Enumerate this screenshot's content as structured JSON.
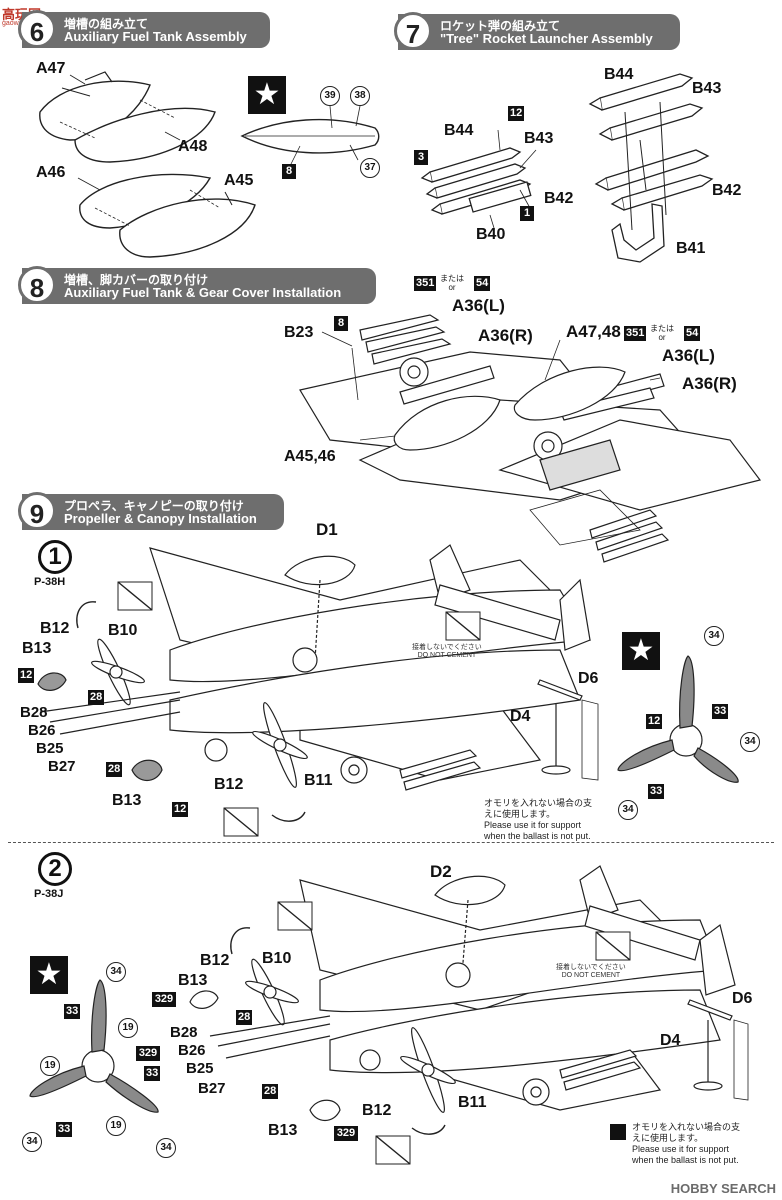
{
  "watermark": {
    "text": "高玩网",
    "url": "gaowanwang.com"
  },
  "brand": "HOBBY SEARCH",
  "steps": {
    "s6": {
      "number": "6",
      "jp": "増槽の組み立て",
      "en": "Auxiliary Fuel Tank Assembly"
    },
    "s7": {
      "number": "7",
      "jp": "ロケット弾の組み立て",
      "en": "\"Tree\" Rocket Launcher Assembly"
    },
    "s8": {
      "number": "8",
      "jp": "増槽、脚カバーの取り付け",
      "en": "Auxiliary Fuel Tank & Gear Cover Installation"
    },
    "s9": {
      "number": "9",
      "jp": "プロペラ、キャノピーの取り付け",
      "en": "Propeller & Canopy Installation"
    }
  },
  "parts": {
    "a47": "A47",
    "a48": "A48",
    "a46": "A46",
    "a45": "A45",
    "b44": "B44",
    "b43": "B43",
    "b42": "B42",
    "b40": "B40",
    "b41": "B41",
    "b23": "B23",
    "a36l": "A36(L)",
    "a36r": "A36(R)",
    "a4748": "A47,48",
    "a4546": "A45,46",
    "d1": "D1",
    "d2": "D2",
    "d4": "D4",
    "d6": "D6",
    "b12": "B12",
    "b10": "B10",
    "b13": "B13",
    "b11": "B11",
    "b28": "B28",
    "b26": "B26",
    "b25": "B25",
    "b27": "B27"
  },
  "colors": {
    "c8": "8",
    "c3": "3",
    "c12": "12",
    "c1": "1",
    "c351": "351",
    "c54": "54",
    "c28": "28",
    "c33": "33",
    "c329": "329",
    "c34": "34",
    "c19": "19",
    "r39": "39",
    "r38": "38",
    "r37": "37"
  },
  "or_text": {
    "jp": "または",
    "en": "or"
  },
  "variants": {
    "v1": {
      "num": "1",
      "name": "P-38H"
    },
    "v2": {
      "num": "2",
      "name": "P-38J"
    }
  },
  "notes": {
    "do_not_cement_jp": "接着しないでください",
    "do_not_cement_en": "DO NOT CEMENT",
    "support_jp1": "オモリを入れない場合の支",
    "support_jp2": "えに使用します。",
    "support_en1": "Please use it for support",
    "support_en2": "when the ballast is not put."
  }
}
